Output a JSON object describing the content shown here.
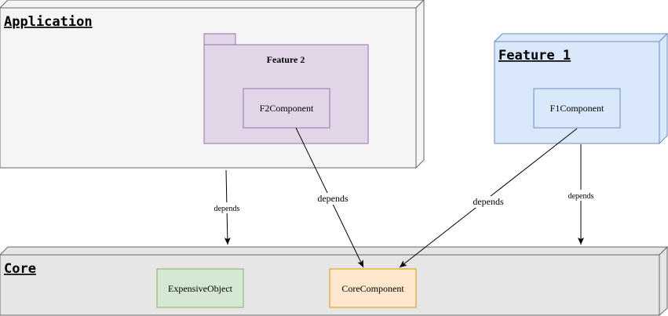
{
  "diagram": {
    "application_node": {
      "label": "Application",
      "fill": "#f5f5f5",
      "stroke": "#666666"
    },
    "feature1_node": {
      "label": "Feature 1",
      "fill": "#dae8fc",
      "stroke": "#6c8ebf"
    },
    "core_node": {
      "label": "Core",
      "fill": "#e6e6e6",
      "stroke": "#666666"
    },
    "feature2_package": {
      "label": "Feature 2",
      "fill": "#e1d5e7",
      "stroke": "#9673a6"
    },
    "components": {
      "f2": {
        "label": "F2Component"
      },
      "f1": {
        "label": "F1Component"
      },
      "expensive": {
        "label": "ExpensiveObject",
        "fill": "#d5e8d4",
        "stroke": "#82b366"
      },
      "core": {
        "label": "CoreComponent",
        "fill": "#ffe6cc",
        "stroke": "#d79b00"
      }
    },
    "edges": {
      "app_to_core": "depends",
      "f2_to_corecomponent": "depends",
      "f1_to_corecomponent": "depends",
      "feature1_to_core": "depends"
    }
  }
}
